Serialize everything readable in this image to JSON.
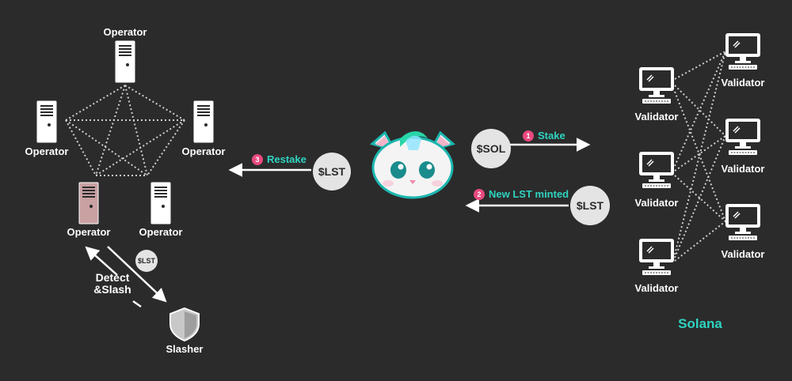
{
  "operators": {
    "top": "Operator",
    "left": "Operator",
    "right": "Operator",
    "bottom_left": "Operator",
    "bottom_right": "Operator"
  },
  "slasher": {
    "label": "Slasher",
    "detect_line1": "Detect",
    "detect_line2": "&Slash",
    "token": "$LST"
  },
  "flow": {
    "restake": {
      "num": "3",
      "label": "Restake",
      "token": "$LST"
    },
    "stake": {
      "num": "1",
      "label": "Stake",
      "token": "$SOL"
    },
    "minted": {
      "num": "2",
      "label": "New LST minted",
      "token": "$LST"
    }
  },
  "validators": {
    "left_top": "Validator",
    "left_mid": "Validator",
    "left_bottom": "Validator",
    "right_top": "Validator",
    "right_mid": "Validator",
    "right_bottom": "Validator"
  },
  "network": "Solana",
  "colors": {
    "accent": "#2fd3c0",
    "step_badge": "#e8497f",
    "slashed_operator": "#c9a1a3"
  }
}
